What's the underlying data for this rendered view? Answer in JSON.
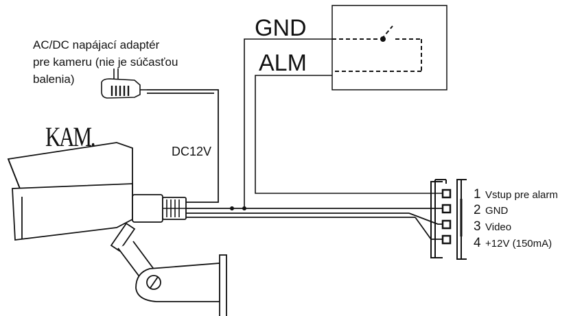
{
  "adapter": {
    "lines": [
      "AC/DC napájací adaptér",
      "pre kameru (nie je súčasťou",
      "balenia)"
    ]
  },
  "camera": {
    "brand": "KAM."
  },
  "power": {
    "label": "DC12V"
  },
  "relay": {
    "gnd_label": "GND",
    "alm_label": "ALM"
  },
  "connector": {
    "pins": [
      {
        "num": "1",
        "text": "Vstup pre alarm"
      },
      {
        "num": "2",
        "text": "GND"
      },
      {
        "num": "3",
        "text": "Video"
      },
      {
        "num": "4",
        "text": "+12V (150mA)"
      }
    ]
  }
}
